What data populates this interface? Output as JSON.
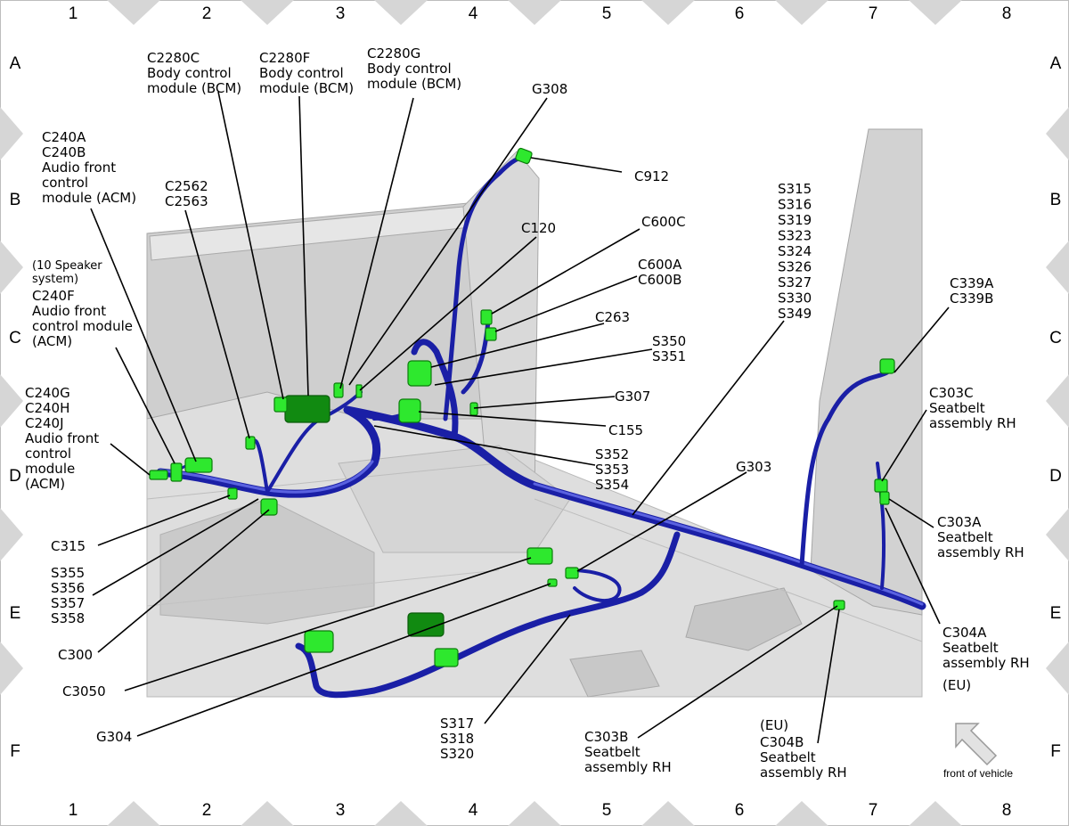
{
  "grid": {
    "columns": [
      "1",
      "2",
      "3",
      "4",
      "5",
      "6",
      "7",
      "8"
    ],
    "rows": [
      "A",
      "B",
      "C",
      "D",
      "E",
      "F"
    ]
  },
  "callouts": {
    "c2280c": [
      "C2280C",
      "Body control",
      "module (BCM)"
    ],
    "c2280f": [
      "C2280F",
      "Body control",
      "module (BCM)"
    ],
    "c2280g": [
      "C2280G",
      "Body control",
      "module (BCM)"
    ],
    "g308": [
      "G308"
    ],
    "c240ab": [
      "C240A",
      "C240B",
      "Audio front",
      "control",
      "module (ACM)"
    ],
    "c2562": [
      "C2562",
      "C2563"
    ],
    "c912": [
      "C912"
    ],
    "c120": [
      "C120"
    ],
    "c600c": [
      "C600C"
    ],
    "c600ab": [
      "C600A",
      "C600B"
    ],
    "c263": [
      "C263"
    ],
    "s350": [
      "S350",
      "S351"
    ],
    "g307": [
      "G307"
    ],
    "c155": [
      "C155"
    ],
    "s315": [
      "S315",
      "S316",
      "S319",
      "S323",
      "S324",
      "S326",
      "S327",
      "S330",
      "S349"
    ],
    "c339": [
      "C339A",
      "C339B"
    ],
    "c240f_note": [
      "(10 Speaker",
      "system)"
    ],
    "c240f": [
      "C240F",
      "Audio front",
      "control module",
      "(ACM)"
    ],
    "c240ghj": [
      "C240G",
      "C240H",
      "C240J",
      "Audio front",
      "control",
      "module",
      "(ACM)"
    ],
    "c303c": [
      "C303C",
      "Seatbelt",
      "assembly RH"
    ],
    "s352": [
      "S352",
      "S353",
      "S354"
    ],
    "g303": [
      "G303"
    ],
    "c303a": [
      "C303A",
      "Seatbelt",
      "assembly RH"
    ],
    "c315": [
      "C315"
    ],
    "s355": [
      "S355",
      "S356",
      "S357",
      "S358"
    ],
    "c300": [
      "C300"
    ],
    "c304a": [
      "C304A",
      "Seatbelt",
      "assembly RH"
    ],
    "eu1": [
      "(EU)"
    ],
    "c3050": [
      "C3050"
    ],
    "g304": [
      "G304"
    ],
    "s317": [
      "S317",
      "S318",
      "S320"
    ],
    "c303b": [
      "C303B",
      "Seatbelt",
      "assembly RH"
    ],
    "c304b": [
      "(EU)",
      "C304B",
      "Seatbelt",
      "assembly RH"
    ]
  },
  "front_of_vehicle": "front of vehicle",
  "colors": {
    "harness": "#1a1fa6",
    "connector": "#2ee82e",
    "panel": "#d4d4d4",
    "frame_triangle": "#d6d6d6"
  }
}
